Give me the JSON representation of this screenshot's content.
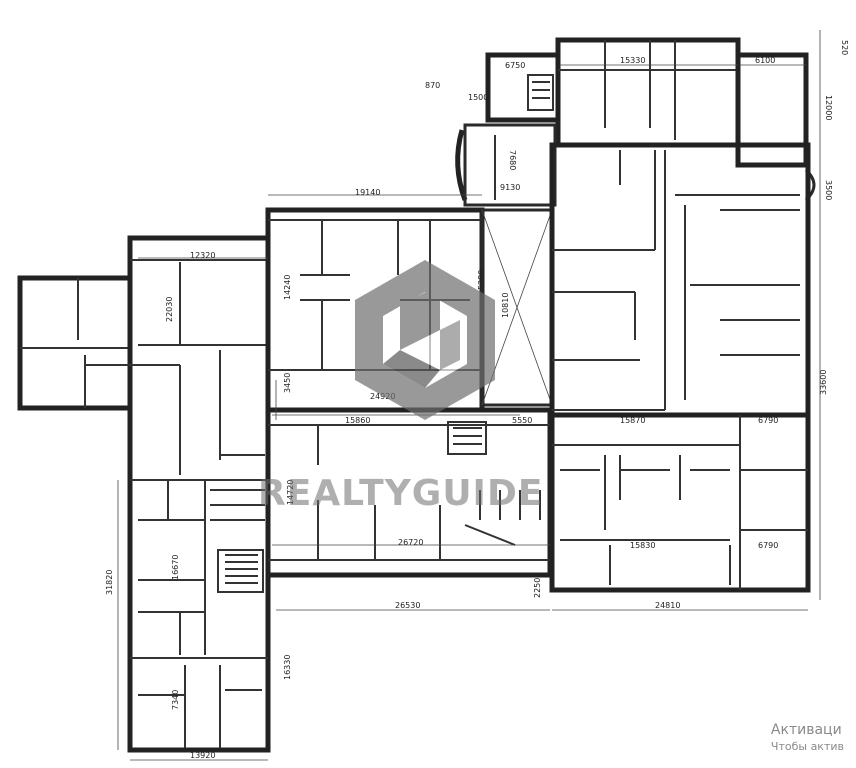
{
  "watermark": {
    "brand": "REALTYGUIDE",
    "logo_color": "#6e6e6e"
  },
  "windows_notice": {
    "line1": "Активаци",
    "line2": "Чтобы актив"
  },
  "dimensions": [
    "870",
    "1500",
    "6750",
    "15330",
    "6100",
    "520",
    "12000",
    "7680",
    "9130",
    "19140",
    "3500",
    "12320",
    "22030",
    "14240",
    "5380",
    "10810",
    "3450",
    "24920",
    "15860",
    "5550",
    "15870",
    "6790",
    "33600",
    "14720",
    "26720",
    "15830",
    "6790",
    "16670",
    "31820",
    "2250",
    "26530",
    "24810",
    "16330",
    "7340",
    "13920"
  ]
}
